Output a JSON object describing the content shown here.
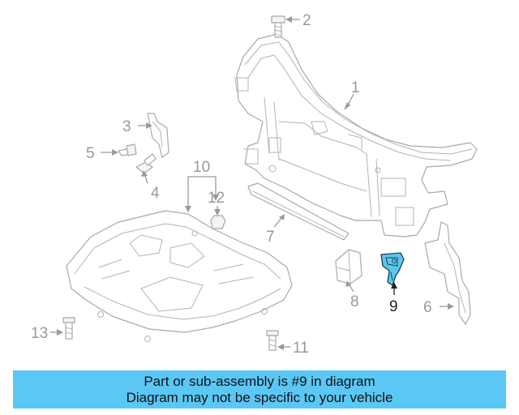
{
  "callouts": {
    "c1": "1",
    "c2": "2",
    "c3": "3",
    "c4": "4",
    "c5": "5",
    "c6": "6",
    "c7": "7",
    "c8": "8",
    "c9": "9",
    "c10": "10",
    "c11": "11",
    "c12": "12",
    "c13": "13"
  },
  "highlighted_part": "9",
  "colors": {
    "banner": "#5bc7f5",
    "highlight": "#5bc7ef",
    "line": "#a9a9a9"
  },
  "banner": {
    "line1": "Part or sub-assembly is #9 in diagram",
    "line2": "Diagram may not be specific to your vehicle"
  }
}
